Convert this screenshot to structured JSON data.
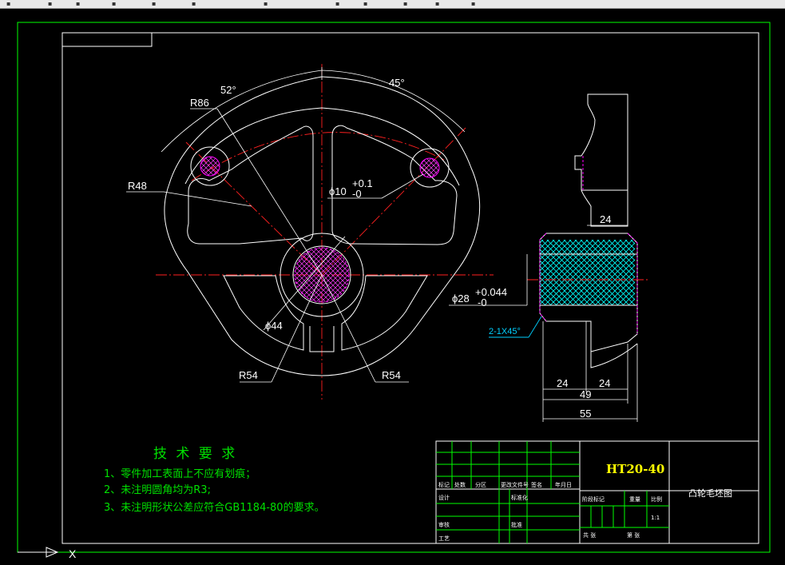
{
  "toolbar": {
    "icons": [
      "toolbar-icon-1",
      "toolbar-icon-2",
      "toolbar-icon-3",
      "toolbar-icon-4",
      "toolbar-icon-5",
      "toolbar-icon-6",
      "toolbar-icon-7",
      "toolbar-icon-8",
      "toolbar-icon-9",
      "toolbar-icon-10",
      "toolbar-icon-11",
      "toolbar-icon-12"
    ]
  },
  "drawing": {
    "front_view": {
      "angle_left": "52°",
      "angle_right": "45°",
      "r86": "R86",
      "r48": "R48",
      "hole_dia": "ϕ10",
      "hole_tol_upper": "+0.1",
      "hole_tol_lower": "-0",
      "hub_dia": "ϕ44",
      "r54_left": "R54",
      "r54_right": "R54"
    },
    "side_view": {
      "dim_24_top": "24",
      "bore_dia": "ϕ28",
      "bore_tol_upper": "+0.044",
      "bore_tol_lower": "-0",
      "chamfer": "2-1X45°",
      "dim_24_left": "24",
      "dim_24_right": "24",
      "dim_49": "49",
      "dim_55": "55"
    }
  },
  "tech_requirements": {
    "title": "技 术 要 求",
    "items": [
      "1、零件加工表面上不应有划痕；",
      "2、未注明圆角均为R3;",
      "3、未注明形状公差应符合GB1184-80的要求。"
    ]
  },
  "title_block": {
    "material": "HT20-40",
    "drawing_name": "凸轮毛坯图",
    "labels": {
      "mark": "标记",
      "count": "处数",
      "zone": "分区",
      "change_doc": "更改文件号",
      "sign": "签名",
      "date": "年月日",
      "design": "设计",
      "standardize": "标准化",
      "check": "审核",
      "process": "工艺",
      "approve": "批准",
      "stage_mark": "阶段标记",
      "weight": "重量",
      "scale": "比例",
      "scale_value": "1:1",
      "sheet_total": "共 张",
      "sheet_num": "第 张"
    }
  },
  "ucs": {
    "x_label": "X"
  },
  "colors": {
    "background": "#000000",
    "geometry": "#ffffff",
    "centerline": "#ff2020",
    "hidden": "#ff00ff",
    "frame": "#00ff00",
    "hatch": "#00ffff",
    "annotation": "#00d0ff",
    "tech_text": "#00e000",
    "title_material": "#ffff00"
  }
}
